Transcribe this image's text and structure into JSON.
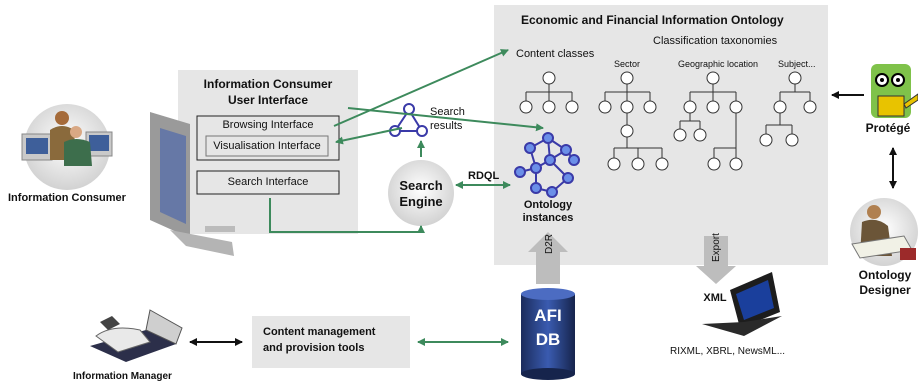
{
  "ontology": {
    "title": "Economic and Financial Information Ontology",
    "content_classes": "Content classes",
    "taxonomies": "Classification taxonomies",
    "sector": "Sector",
    "geo": "Geographic location",
    "subject": "Subject...",
    "instances_line1": "Ontology",
    "instances_line2": "instances",
    "export_label": "Export",
    "d2r_label": "D2R"
  },
  "consumer_ui": {
    "title_line1": "Information Consumer",
    "title_line2": "User Interface",
    "browsing": "Browsing Interface",
    "visualisation": "Visualisation Interface",
    "search": "Search Interface"
  },
  "search_results_line1": "Search",
  "search_results_line2": "results",
  "search_engine_line1": "Search",
  "search_engine_line2": "Engine",
  "rdql": "RDQL",
  "protege": "Protégé",
  "designer_line1": "Ontology",
  "designer_line2": "Designer",
  "consumer": "Information Consumer",
  "manager": "Information Manager",
  "content_mgmt_line1": "Content  management",
  "content_mgmt_line2": "and provision tools",
  "db_line1": "AFI",
  "db_line2": "DB",
  "xml": "XML",
  "formats": "RIXML, XBRL, NewsML..."
}
